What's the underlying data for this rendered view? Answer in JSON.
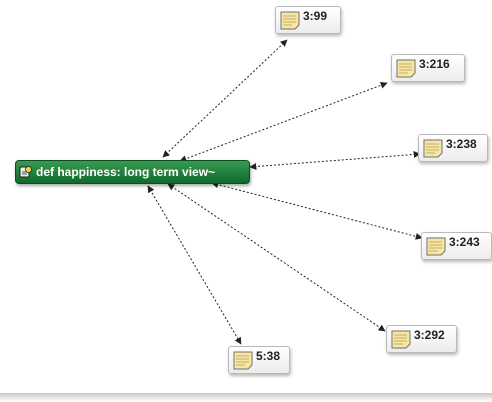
{
  "colors": {
    "code_node_top": "#3a9a52",
    "code_node_bottom": "#0e6a2a",
    "link_line": "#222222",
    "doc_icon_fill": "#f7e7a5"
  },
  "code_node": {
    "label": "def happiness: long term view~",
    "icon": "code-family-icon"
  },
  "quotations": [
    {
      "id": "3:99",
      "label": "3:99",
      "icon": "quotation-document-icon"
    },
    {
      "id": "3:216",
      "label": "3:216",
      "icon": "quotation-document-icon"
    },
    {
      "id": "3:238",
      "label": "3:238",
      "icon": "quotation-document-icon"
    },
    {
      "id": "3:243",
      "label": "3:243",
      "icon": "quotation-document-icon"
    },
    {
      "id": "3:292",
      "label": "3:292",
      "icon": "quotation-document-icon"
    },
    {
      "id": "5:38",
      "label": "5:38",
      "icon": "quotation-document-icon"
    }
  ]
}
